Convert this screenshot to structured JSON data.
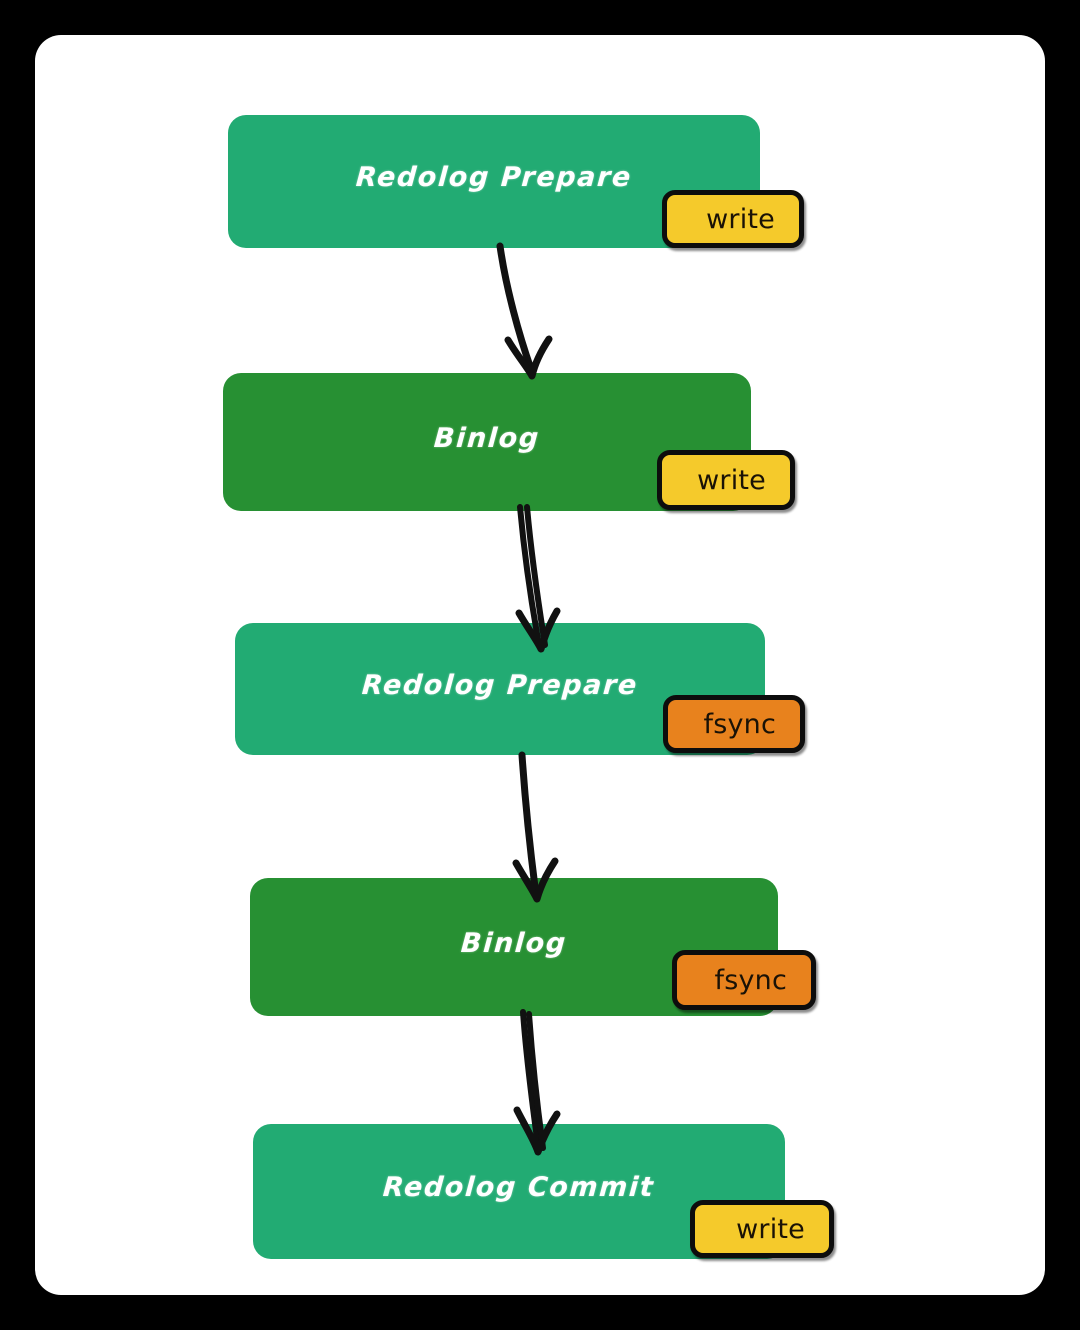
{
  "diagram": {
    "title": "Redolog / Binlog two-phase commit sequence",
    "card_background": "#ffffff",
    "page_background": "#000000",
    "colors": {
      "node_teal": "#22ab73",
      "node_green": "#279033",
      "badge_write": "#f5ca2b",
      "badge_fsync": "#e8821d",
      "badge_border": "#0d0d0d",
      "arrow": "#111111",
      "node_text": "#ffffff"
    },
    "nodes": [
      {
        "id": "node-1",
        "label": "Redolog Prepare",
        "tone": "teal",
        "badge": {
          "label": "write",
          "tone": "yellow"
        }
      },
      {
        "id": "node-2",
        "label": "Binlog",
        "tone": "green",
        "badge": {
          "label": "write",
          "tone": "yellow"
        }
      },
      {
        "id": "node-3",
        "label": "Redolog Prepare",
        "tone": "teal",
        "badge": {
          "label": "fsync",
          "tone": "orange"
        }
      },
      {
        "id": "node-4",
        "label": "Binlog",
        "tone": "green",
        "badge": {
          "label": "fsync",
          "tone": "orange"
        }
      },
      {
        "id": "node-5",
        "label": "Redolog Commit",
        "tone": "teal",
        "badge": {
          "label": "write",
          "tone": "yellow"
        }
      }
    ],
    "arrows": [
      {
        "id": "arrow-1",
        "from": "node-1",
        "to": "node-2"
      },
      {
        "id": "arrow-2",
        "from": "node-2",
        "to": "node-3"
      },
      {
        "id": "arrow-3",
        "from": "node-3",
        "to": "node-4"
      },
      {
        "id": "arrow-4",
        "from": "node-4",
        "to": "node-5"
      }
    ]
  }
}
